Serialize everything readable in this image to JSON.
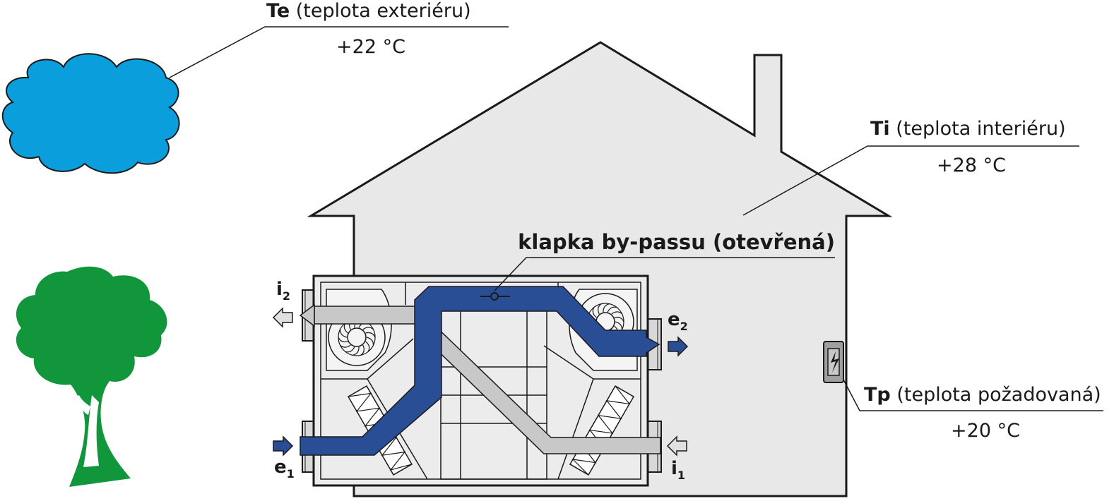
{
  "labels": {
    "exterior": {
      "code": "Te",
      "text": " (teplota exteriéru)",
      "value": "+22 °C"
    },
    "interior": {
      "code": "Ti",
      "text": " (teplota interiéru)",
      "value": "+28 °C"
    },
    "setpoint": {
      "code": "Tp",
      "text": " (teplota požadovaná)",
      "value": "+20 °C"
    },
    "bypass": "klapka by-passu (otevřená)"
  },
  "ports": {
    "i2": {
      "letter": "i",
      "sub": "2"
    },
    "e2": {
      "letter": "e",
      "sub": "2"
    },
    "e1": {
      "letter": "e",
      "sub": "1"
    },
    "i1": {
      "letter": "i",
      "sub": "1"
    }
  },
  "colors": {
    "cloud": "#0a9fdc",
    "tree": "#12963c",
    "house": "#e8e8e8",
    "fresh_air": "#2a4e96",
    "extract_air": "#c8c8c8"
  }
}
